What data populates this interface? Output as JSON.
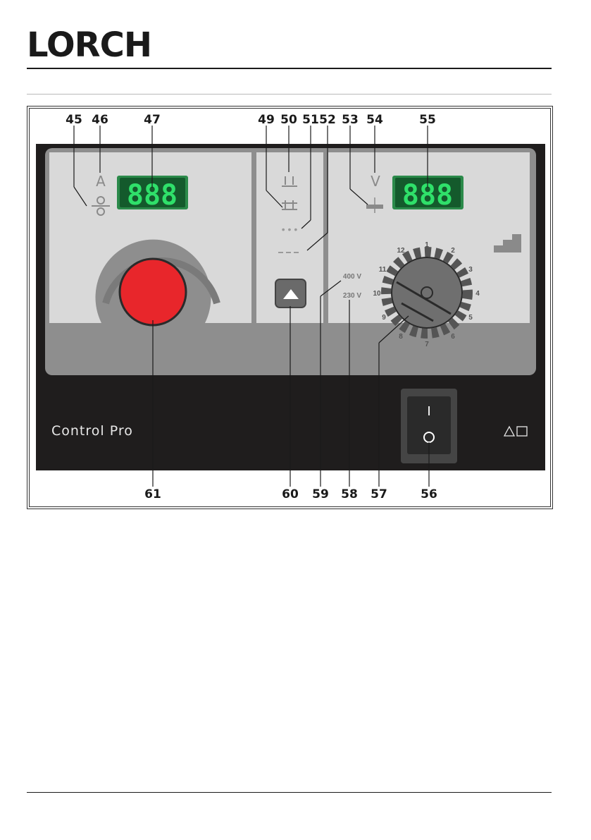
{
  "header": {
    "logo_text": "LORCH"
  },
  "panel": {
    "brand_label": "Control Pro",
    "left_display": {
      "unit": "A",
      "digits": "888"
    },
    "right_display": {
      "unit": "V",
      "digits": "888"
    },
    "voltage_options": [
      "400 V",
      "230 V"
    ],
    "dial_numbers": [
      "1",
      "2",
      "3",
      "4",
      "5",
      "6",
      "7",
      "8",
      "9",
      "10",
      "11",
      "12"
    ],
    "switch": {
      "on_label": "I"
    }
  },
  "callouts": {
    "top": [
      "45",
      "46",
      "47",
      "49",
      "50",
      "51",
      "52",
      "53",
      "54",
      "55"
    ],
    "bottom": [
      "61",
      "60",
      "59",
      "58",
      "57",
      "56"
    ]
  },
  "colors": {
    "display_green": "#2fe06a",
    "knob_red": "#e8262b",
    "panel_gray": "#d9d9d9",
    "housing_dark": "#1f1d1d"
  }
}
